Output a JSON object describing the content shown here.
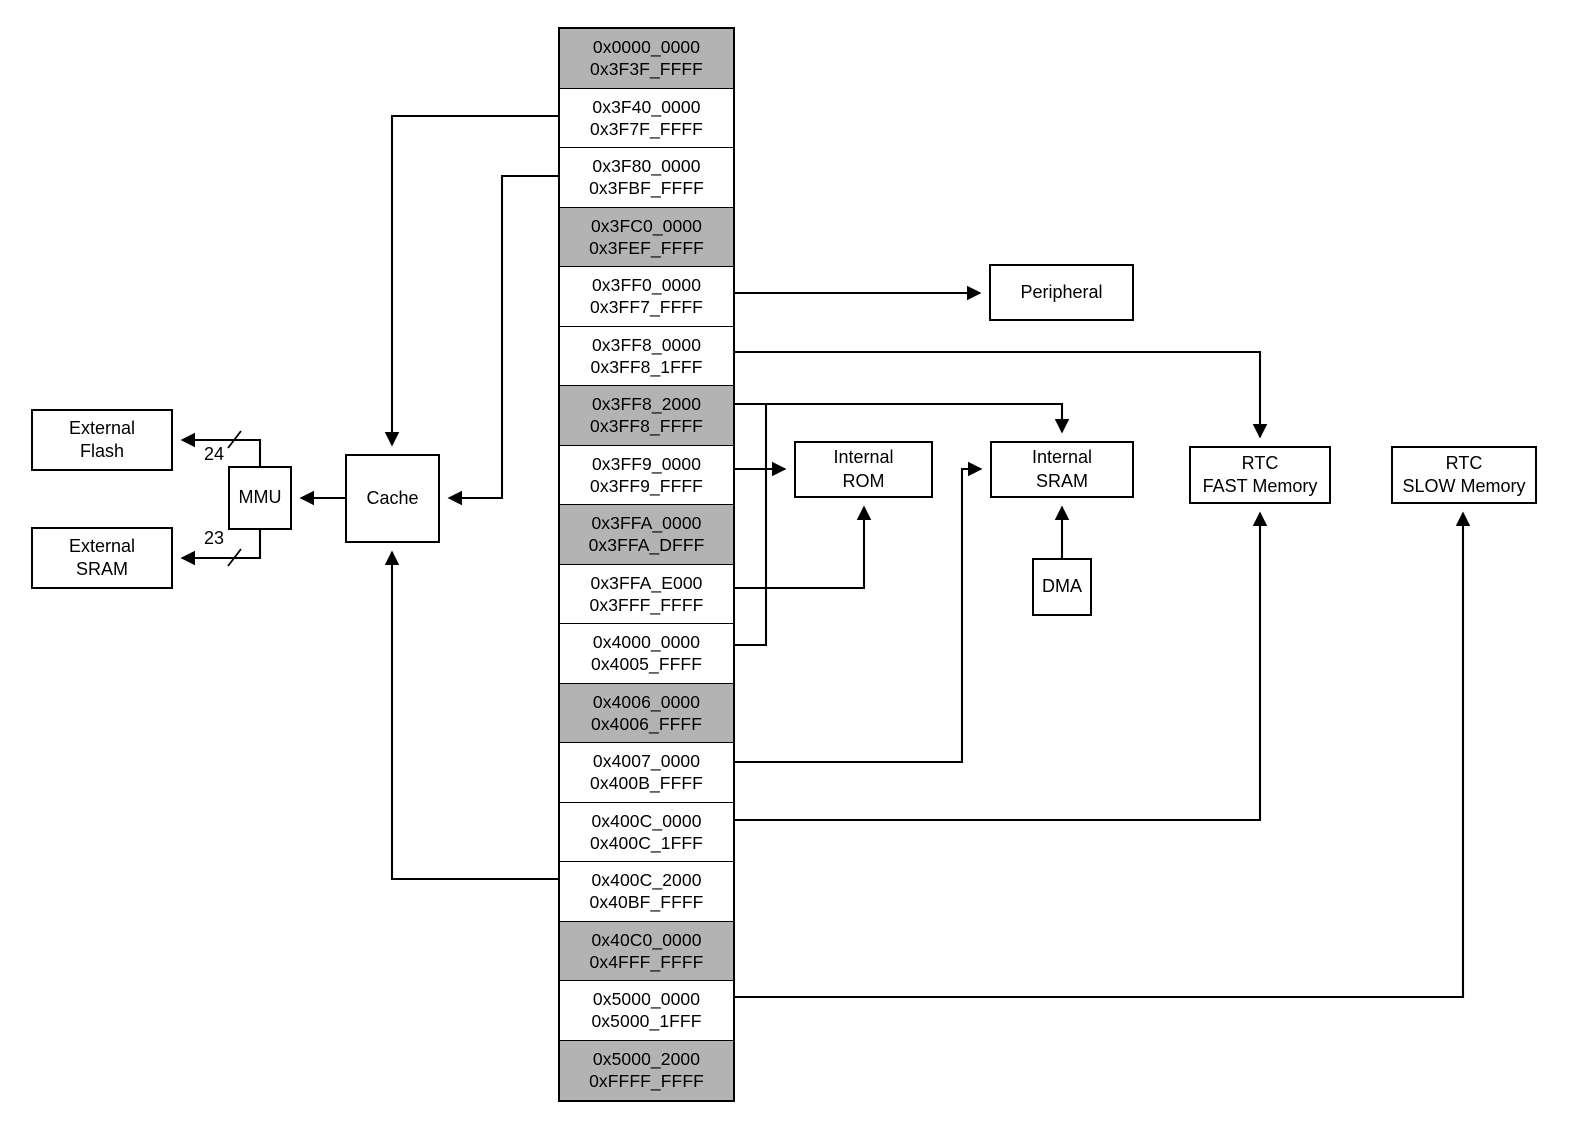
{
  "diagram": {
    "title": "System Memory Map Block Diagram",
    "colors": {
      "stroke": "#000000",
      "background": "#ffffff",
      "shaded_row": "#b3b3b3"
    }
  },
  "memory_map": {
    "name": "address-range-table",
    "rows": [
      {
        "start": "0x0000_0000",
        "end": "0x3F3F_FFFF",
        "shaded": true,
        "target": ""
      },
      {
        "start": "0x3F40_0000",
        "end": "0x3F7F_FFFF",
        "shaded": false,
        "target": "Cache"
      },
      {
        "start": "0x3F80_0000",
        "end": "0x3FBF_FFFF",
        "shaded": false,
        "target": "Cache"
      },
      {
        "start": "0x3FC0_0000",
        "end": "0x3FEF_FFFF",
        "shaded": true,
        "target": ""
      },
      {
        "start": "0x3FF0_0000",
        "end": "0x3FF7_FFFF",
        "shaded": false,
        "target": "Peripheral"
      },
      {
        "start": "0x3FF8_0000",
        "end": "0x3FF8_1FFF",
        "shaded": false,
        "target": "RTC FAST Memory"
      },
      {
        "start": "0x3FF8_2000",
        "end": "0x3FF8_FFFF",
        "shaded": true,
        "target": ""
      },
      {
        "start": "0x3FF9_0000",
        "end": "0x3FF9_FFFF",
        "shaded": false,
        "target": "Internal SRAM"
      },
      {
        "start": "0x3FFA_0000",
        "end": "0x3FFA_DFFF",
        "shaded": true,
        "target": ""
      },
      {
        "start": "0x3FFA_E000",
        "end": "0x3FFF_FFFF",
        "shaded": false,
        "target": "Internal SRAM"
      },
      {
        "start": "0x4000_0000",
        "end": "0x4005_FFFF",
        "shaded": false,
        "target": "Internal ROM"
      },
      {
        "start": "0x4006_0000",
        "end": "0x4006_FFFF",
        "shaded": true,
        "target": ""
      },
      {
        "start": "0x4007_0000",
        "end": "0x400B_FFFF",
        "shaded": false,
        "target": "Internal SRAM"
      },
      {
        "start": "0x400C_0000",
        "end": "0x400C_1FFF",
        "shaded": false,
        "target": "RTC FAST Memory"
      },
      {
        "start": "0x400C_2000",
        "end": "0x40BF_FFFF",
        "shaded": false,
        "target": "Cache"
      },
      {
        "start": "0x40C0_0000",
        "end": "0x4FFF_FFFF",
        "shaded": true,
        "target": ""
      },
      {
        "start": "0x5000_0000",
        "end": "0x5000_1FFF",
        "shaded": false,
        "target": "RTC SLOW Memory"
      },
      {
        "start": "0x5000_2000",
        "end": "0xFFFF_FFFF",
        "shaded": true,
        "target": ""
      }
    ]
  },
  "blocks": {
    "external_flash": {
      "line1": "External",
      "line2": "Flash"
    },
    "external_sram": {
      "line1": "External",
      "line2": "SRAM"
    },
    "mmu": {
      "line1": "MMU",
      "line2": ""
    },
    "cache": {
      "line1": "Cache",
      "line2": ""
    },
    "peripheral": {
      "line1": "Peripheral",
      "line2": ""
    },
    "internal_rom": {
      "line1": "Internal",
      "line2": "ROM"
    },
    "internal_sram": {
      "line1": "Internal",
      "line2": "SRAM"
    },
    "rtc_fast": {
      "line1": "RTC",
      "line2": "FAST Memory"
    },
    "rtc_slow": {
      "line1": "RTC",
      "line2": "SLOW Memory"
    },
    "dma": {
      "line1": "DMA",
      "line2": ""
    }
  },
  "bus_labels": {
    "flash_width": "24",
    "sram_width": "23"
  }
}
